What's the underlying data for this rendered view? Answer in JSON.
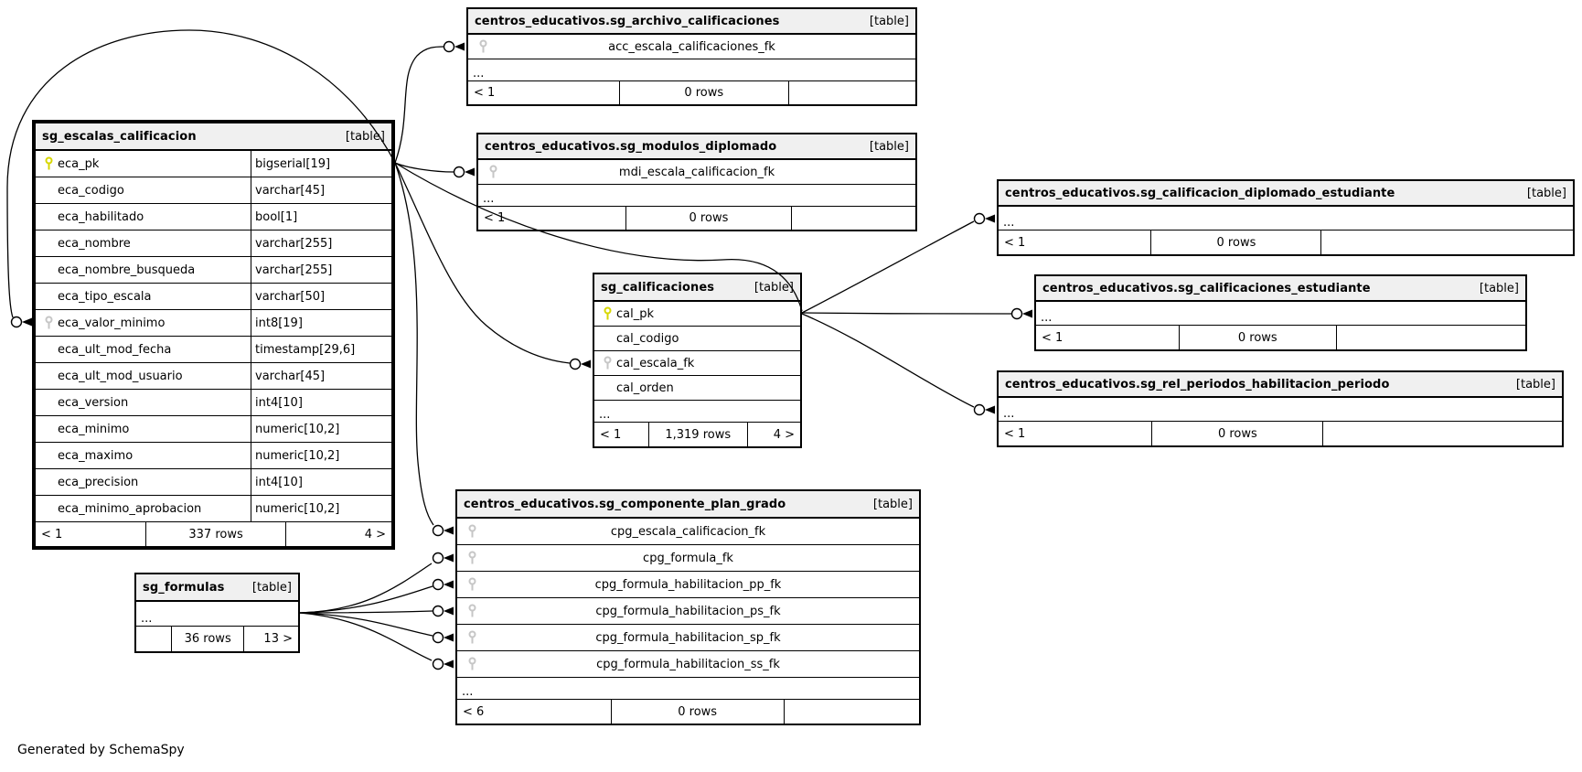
{
  "diagram": {
    "generated_by": "Generated by SchemaSpy",
    "table_tag": "[table]",
    "ellipsis": "...",
    "colors": {
      "primary_key": "#d7d700",
      "foreign_key": "#c6c6c6",
      "header_bg": "#f0f0f0",
      "line": "#000000"
    }
  },
  "tables": {
    "escalas": {
      "name": "sg_escalas_calificacion",
      "columns": [
        {
          "key": "pk",
          "name": "eca_pk",
          "type": "bigserial[19]"
        },
        {
          "key": "",
          "name": "eca_codigo",
          "type": "varchar[45]"
        },
        {
          "key": "",
          "name": "eca_habilitado",
          "type": "bool[1]"
        },
        {
          "key": "",
          "name": "eca_nombre",
          "type": "varchar[255]"
        },
        {
          "key": "",
          "name": "eca_nombre_busqueda",
          "type": "varchar[255]"
        },
        {
          "key": "",
          "name": "eca_tipo_escala",
          "type": "varchar[50]"
        },
        {
          "key": "fk",
          "name": "eca_valor_minimo",
          "type": "int8[19]"
        },
        {
          "key": "",
          "name": "eca_ult_mod_fecha",
          "type": "timestamp[29,6]"
        },
        {
          "key": "",
          "name": "eca_ult_mod_usuario",
          "type": "varchar[45]"
        },
        {
          "key": "",
          "name": "eca_version",
          "type": "int4[10]"
        },
        {
          "key": "",
          "name": "eca_minimo",
          "type": "numeric[10,2]"
        },
        {
          "key": "",
          "name": "eca_maximo",
          "type": "numeric[10,2]"
        },
        {
          "key": "",
          "name": "eca_precision",
          "type": "int4[10]"
        },
        {
          "key": "",
          "name": "eca_minimo_aprobacion",
          "type": "numeric[10,2]"
        }
      ],
      "footer": {
        "left": "< 1",
        "center": "337 rows",
        "right": "4 >"
      }
    },
    "archivo": {
      "name": "centros_educativos.sg_archivo_calificaciones",
      "columns": [
        {
          "key": "fk",
          "name": "acc_escala_calificaciones_fk"
        }
      ],
      "footer": {
        "left": "< 1",
        "center": "0 rows",
        "right": ""
      }
    },
    "modulos": {
      "name": "centros_educativos.sg_modulos_diplomado",
      "columns": [
        {
          "key": "fk",
          "name": "mdi_escala_calificacion_fk"
        }
      ],
      "footer": {
        "left": "< 1",
        "center": "0 rows",
        "right": ""
      }
    },
    "calificaciones": {
      "name": "sg_calificaciones",
      "columns": [
        {
          "key": "pk",
          "name": "cal_pk"
        },
        {
          "key": "",
          "name": "cal_codigo"
        },
        {
          "key": "fk",
          "name": "cal_escala_fk"
        },
        {
          "key": "",
          "name": "cal_orden"
        }
      ],
      "footer": {
        "left": "< 1",
        "center": "1,319 rows",
        "right": "4 >"
      }
    },
    "diplomado": {
      "name": "centros_educativos.sg_calificacion_diplomado_estudiante",
      "footer": {
        "left": "< 1",
        "center": "0 rows",
        "right": ""
      }
    },
    "estudiante": {
      "name": "centros_educativos.sg_calificaciones_estudiante",
      "footer": {
        "left": "< 1",
        "center": "0 rows",
        "right": ""
      }
    },
    "rel_periodos": {
      "name": "centros_educativos.sg_rel_periodos_habilitacion_periodo",
      "footer": {
        "left": "< 1",
        "center": "0 rows",
        "right": ""
      }
    },
    "componente": {
      "name": "centros_educativos.sg_componente_plan_grado",
      "columns": [
        {
          "key": "fk",
          "name": "cpg_escala_calificacion_fk"
        },
        {
          "key": "fk",
          "name": "cpg_formula_fk"
        },
        {
          "key": "fk",
          "name": "cpg_formula_habilitacion_pp_fk"
        },
        {
          "key": "fk",
          "name": "cpg_formula_habilitacion_ps_fk"
        },
        {
          "key": "fk",
          "name": "cpg_formula_habilitacion_sp_fk"
        },
        {
          "key": "fk",
          "name": "cpg_formula_habilitacion_ss_fk"
        }
      ],
      "footer": {
        "left": "< 6",
        "center": "0 rows",
        "right": ""
      }
    },
    "formulas": {
      "name": "sg_formulas",
      "footer": {
        "left": "",
        "center": "36 rows",
        "right": "13 >"
      }
    }
  },
  "relationships": [
    {
      "from": "sg_escalas_calificacion.eca_pk",
      "to": "sg_escalas_calificacion.eca_valor_minimo"
    },
    {
      "from": "sg_escalas_calificacion.eca_pk",
      "to": "centros_educativos.sg_archivo_calificaciones.acc_escala_calificaciones_fk"
    },
    {
      "from": "sg_escalas_calificacion.eca_pk",
      "to": "centros_educativos.sg_modulos_diplomado.mdi_escala_calificacion_fk"
    },
    {
      "from": "sg_escalas_calificacion.eca_pk",
      "to": "sg_calificaciones.cal_escala_fk"
    },
    {
      "from": "sg_escalas_calificacion.eca_pk",
      "to": "centros_educativos.sg_componente_plan_grado.cpg_escala_calificacion_fk"
    },
    {
      "from": "sg_calificaciones.cal_pk",
      "to": "centros_educativos.sg_calificacion_diplomado_estudiante"
    },
    {
      "from": "sg_calificaciones.cal_pk",
      "to": "centros_educativos.sg_calificaciones_estudiante"
    },
    {
      "from": "sg_calificaciones.cal_pk",
      "to": "centros_educativos.sg_rel_periodos_habilitacion_periodo"
    },
    {
      "from": "sg_formulas",
      "to": "centros_educativos.sg_componente_plan_grado.cpg_formula_fk"
    },
    {
      "from": "sg_formulas",
      "to": "centros_educativos.sg_componente_plan_grado.cpg_formula_habilitacion_pp_fk"
    },
    {
      "from": "sg_formulas",
      "to": "centros_educativos.sg_componente_plan_grado.cpg_formula_habilitacion_ps_fk"
    },
    {
      "from": "sg_formulas",
      "to": "centros_educativos.sg_componente_plan_grado.cpg_formula_habilitacion_sp_fk"
    },
    {
      "from": "sg_formulas",
      "to": "centros_educativos.sg_componente_plan_grado.cpg_formula_habilitacion_ss_fk"
    }
  ]
}
